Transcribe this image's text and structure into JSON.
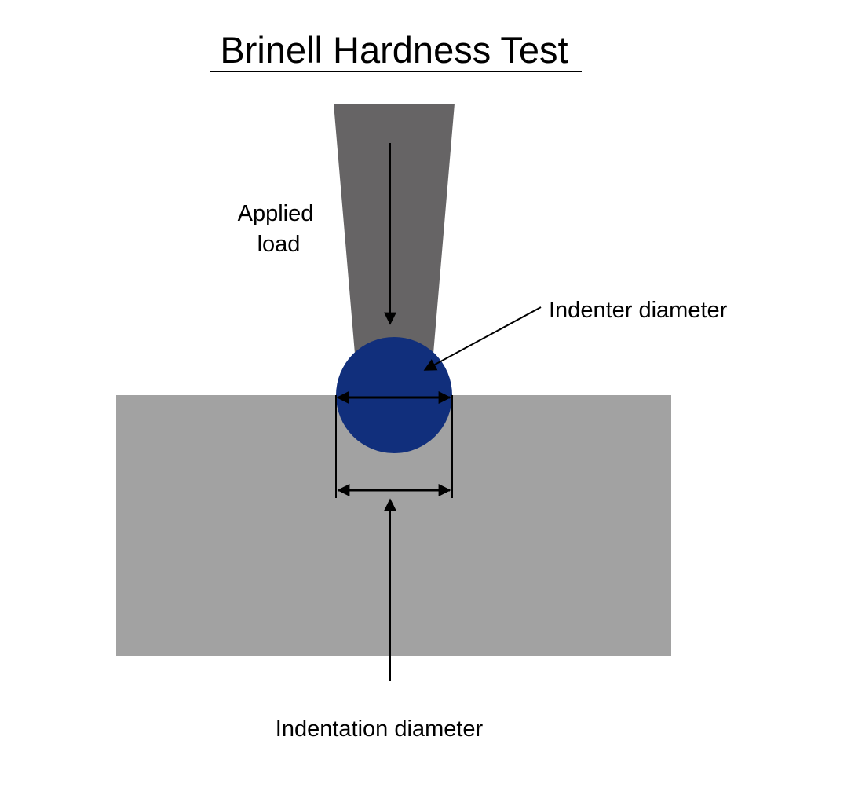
{
  "title": "Brinell Hardness Test",
  "labels": {
    "applied_load_line1": "Applied",
    "applied_load_line2": "load",
    "indenter_diameter": "Indenter diameter",
    "indentation_diameter": "Indentation diameter"
  },
  "colors": {
    "background": "#ffffff",
    "indenter_shaft": "#666465",
    "indenter_ball": "#112f7c",
    "specimen": "#a2a2a2",
    "line": "#000000"
  }
}
